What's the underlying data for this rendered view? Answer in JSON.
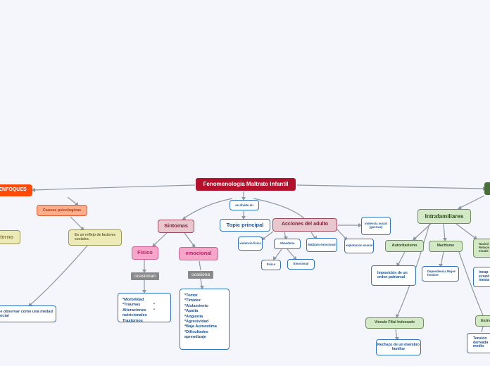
{
  "root": "Fenomenología Maltrato Infantil",
  "enfoques": "ENFOQUES",
  "causas": "Causas psicologicas",
  "reflejo": "Es un reflejo de factores sociales.",
  "terno": "terno",
  "observar": "be observar como una medad social",
  "divide": "se divide en",
  "topic": "Topic principal",
  "sintomas": "Sintomas",
  "fisico": "Fisico",
  "emocional": "emocional",
  "ocasionan": "ocasionan",
  "ocasiona": "ocasiona",
  "fisico_list": [
    "*Morbilidad",
    "*Traumas",
    "Alteraciones",
    "nutricionales",
    "Trastornos"
  ],
  "fisico_bullets": [
    "•",
    "•"
  ],
  "emocional_list": [
    "*Temor",
    "*Timidez",
    "*Aislamiento",
    "*Apatia",
    "*Angustia",
    "*Agresividad",
    "*Baja Autoestima",
    "*Dificultades",
    "aprendizaje"
  ],
  "violencia_fisica": "violencia fisica",
  "acciones": "Acciones del adulto",
  "abandono": "Abandono",
  "maltrato_emocional": "Maltrato emocional",
  "acc_fisico": "Fisico",
  "acc_emocional": "Emocional",
  "violencia_social": "violencia social (guerras)",
  "explotacion": "explotacion sexual",
  "intrafamiliares": "Intrafamiliares",
  "autoritarismo": "Autoritarismo",
  "imposicion": "Imposición de un orden patriarcal",
  "machismo": "Machismo",
  "dependencia": "Dependencia Mujer-hombre",
  "vinculo": "Vinculo Filial Indeseado",
  "rechazo": "Rechazo de un miembro familiar",
  "nacimiento": "Nacimi Relacio Insatis",
  "incapacidad": "Incap econó inesta",
  "estres": "Estre",
  "tension": "Tensión derivada medio"
}
